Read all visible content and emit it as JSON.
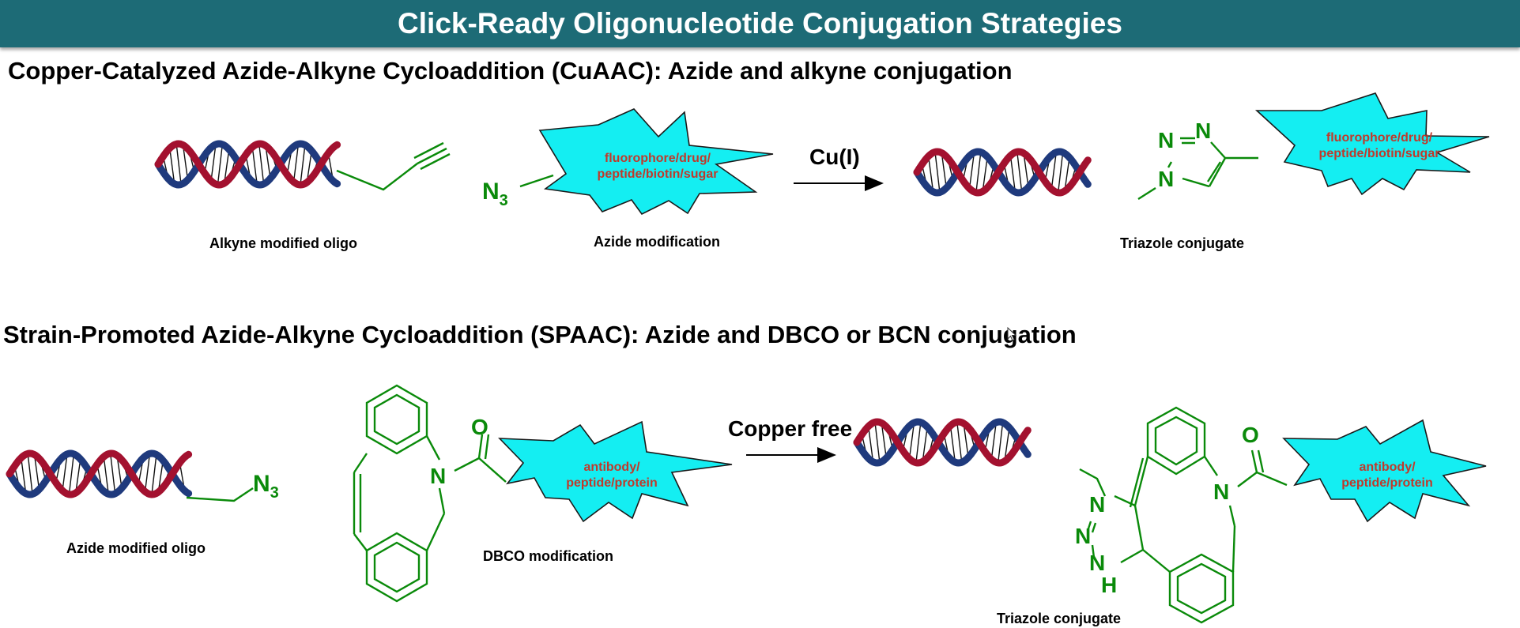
{
  "header": {
    "title": "Click-Ready Oligonucleotide Conjugation Strategies"
  },
  "colors": {
    "banner": "#1d6b76",
    "strand_red": "#a3112f",
    "strand_blue": "#1f3a7d",
    "chem_green": "#0a8a0a",
    "payload_fill": "#14eef2",
    "payload_text": "#c0392b"
  },
  "cuaac": {
    "title": "Copper-Catalyzed Azide-Alkyne Cycloaddition (CuAAC): Azide and alkyne conjugation",
    "reagent": "Cu(I)",
    "payload": {
      "line1": "fluorophore/drug/",
      "line2": "peptide/biotin/sugar"
    },
    "azide": {
      "base": "N",
      "sub": "3"
    },
    "triazole_atoms": {
      "n": "N"
    },
    "captions": {
      "oligo": "Alkyne modified oligo",
      "modification": "Azide modification",
      "product": "Triazole conjugate"
    }
  },
  "spaac": {
    "title": "Strain-Promoted Azide-Alkyne Cycloaddition (SPAAC): Azide and DBCO or BCN conjugation",
    "reagent": "Copper free",
    "payload": {
      "line1": "antibody/",
      "line2": "peptide/protein"
    },
    "azide": {
      "base": "N",
      "sub": "3"
    },
    "atoms": {
      "o": "O",
      "n": "N",
      "nh": "NH"
    },
    "captions": {
      "oligo": "Azide modified oligo",
      "modification": "DBCO modification",
      "product": "Triazole conjugate"
    }
  }
}
